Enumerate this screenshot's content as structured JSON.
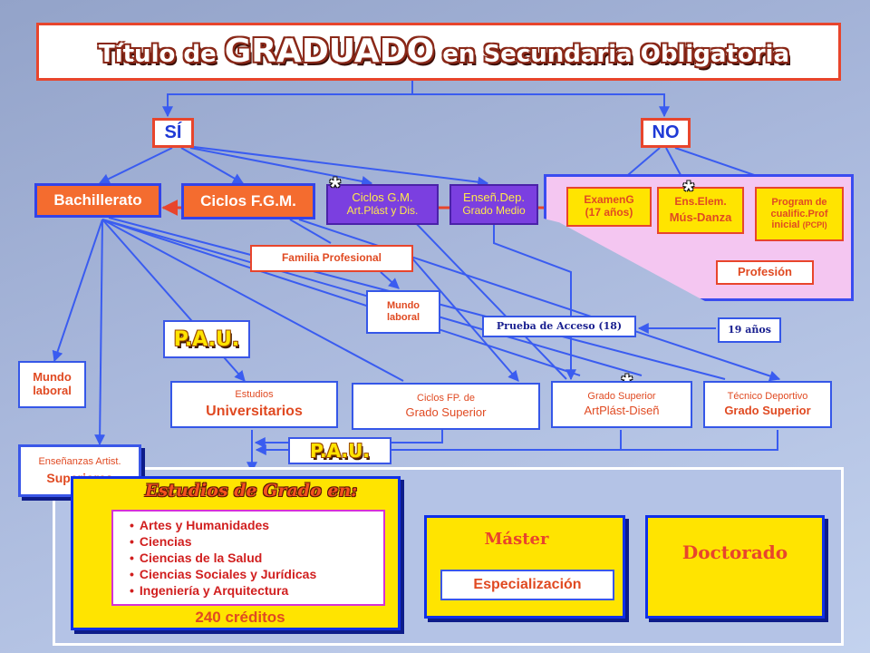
{
  "title": {
    "part1": "Título de ",
    "part2": "GRADUADO",
    "part3": " en Secundaria Obligatoria"
  },
  "branches": {
    "si": "SÍ",
    "no": "NO"
  },
  "nodes": {
    "bachillerato": "Bachillerato",
    "ciclos_fgm": "Ciclos F.G.M.",
    "ciclos_gm_line1": "Ciclos G.M.",
    "ciclos_gm_line2": "Art.Plást y Dis.",
    "ensen_dep_line1": "Enseñ.Dep.",
    "ensen_dep_line2": "Grado Medio",
    "examen_line1": "ExamenG",
    "examen_line2": "(17 años)",
    "ens_elem_line1": "Ens.Elem.",
    "ens_elem_line2": "Mús-Danza",
    "program_line1": "Program de",
    "program_line2": "cualific.Prof",
    "program_line3": "inicial",
    "program_pcpi": "(PCPI)",
    "profesion": "Profesión",
    "familia": "Familia Profesional",
    "mundo_laboral_mid_line1": "Mundo",
    "mundo_laboral_mid_line2": "laboral",
    "prueba_acceso": "Prueba de Acceso (18)",
    "diecinueve": "19 años",
    "pau_1": "P.A.U.",
    "pau_2": "P.A.U.",
    "mundo_laboral_left_line1": "Mundo",
    "mundo_laboral_left_line2": "laboral",
    "estudios_univ_line1": "Estudios",
    "estudios_univ_line2": "Universitarios",
    "ciclos_fp_line1": "Ciclos FP. de",
    "ciclos_fp_line2": "Grado Superior",
    "grado_sup_line1": "Grado Superior",
    "grado_sup_line2": "ArtPlást-Diseñ",
    "tecnico_line1": "Técnico Deportivo",
    "tecnico_line2": "Grado Superior",
    "ensenanzas_line1": "Enseñanzas Artist.",
    "ensenanzas_line2": "Superiores",
    "star": "*"
  },
  "bottom": {
    "estudios_grado_title": "Estudios de Grado en:",
    "areas": [
      "Artes y Humanidades",
      "Ciencias",
      "Ciencias de la Salud",
      "Ciencias Sociales y Jurídicas",
      "Ingeniería y Arquitectura"
    ],
    "creditos": "240 créditos",
    "master": "Máster",
    "especializacion": "Especialización",
    "doctorado": "Doctorado"
  },
  "colors": {
    "accent_red": "#e8452c",
    "line_blue": "#3a5cf0",
    "yellow": "#ffe400",
    "orange": "#f46c2f",
    "purple": "#7b3fe0"
  }
}
